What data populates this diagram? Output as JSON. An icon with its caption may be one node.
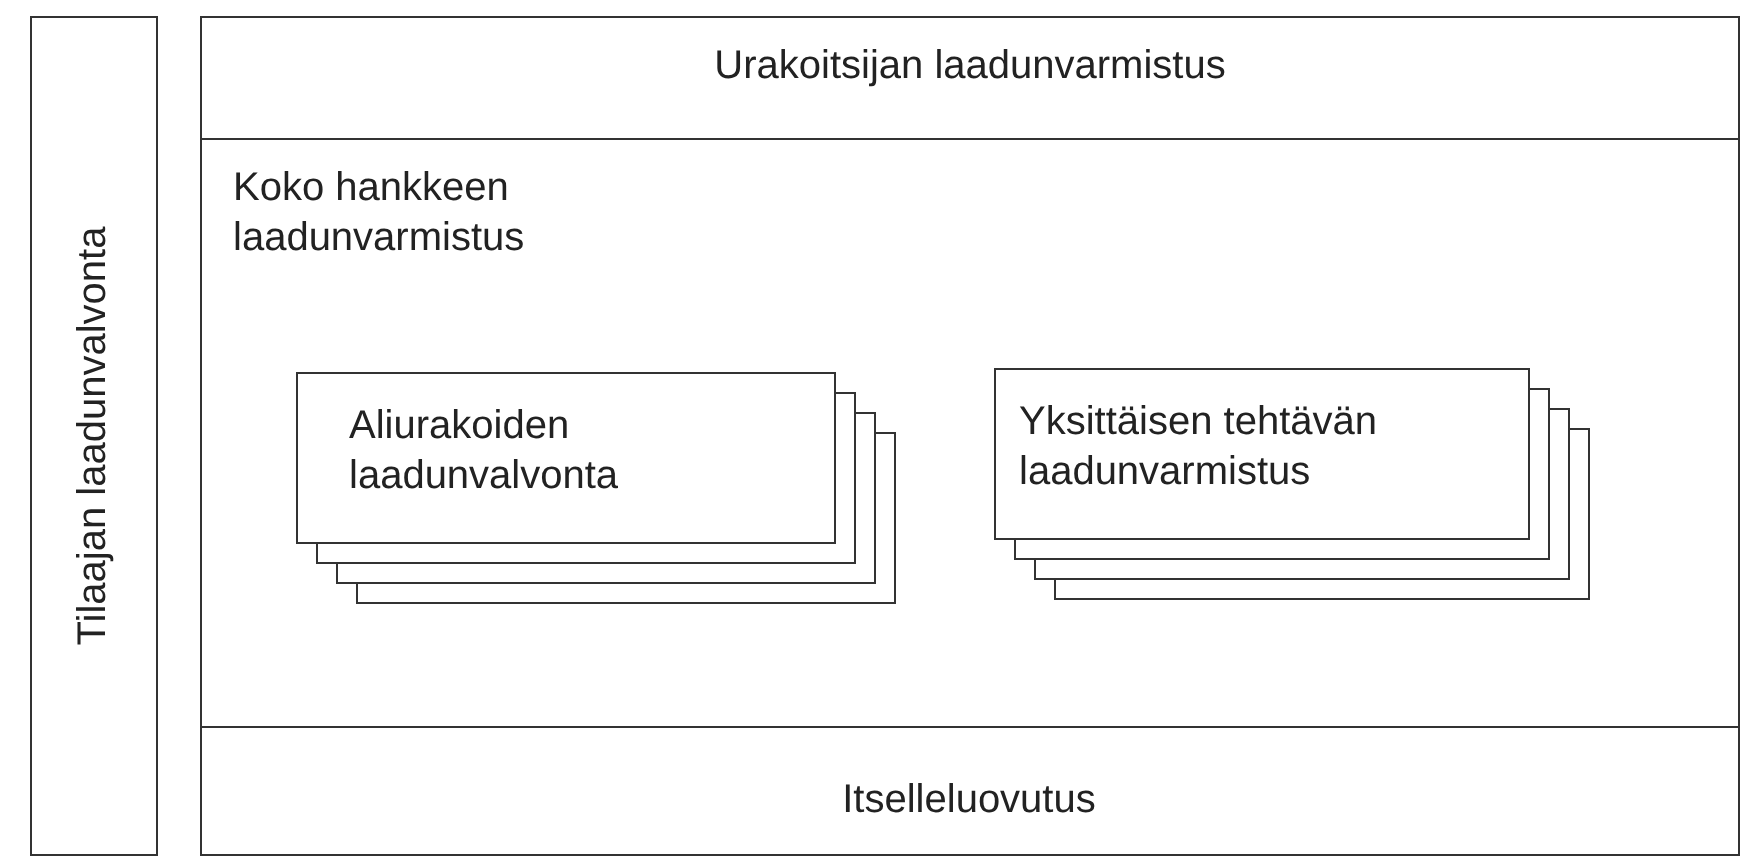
{
  "diagram": {
    "nodes": [
      {
        "text": [
          "Tilaajan laadunvalvonta"
        ]
      },
      {
        "text": [
          "Urakoitsijan laadunvarmistus"
        ]
      },
      {
        "text": [
          "Koko hankkeen laadunvarmistus"
        ],
        "in": 1
      },
      {
        "text": [
          "Aliurakoiden laadunvalvonta"
        ],
        "in": 2
      },
      {
        "text": [
          "Yksittäisen tehtävän laadunvarmistus"
        ],
        "in": 2
      },
      {
        "text": [
          "Itselleluovutus"
        ],
        "in": 1
      }
    ],
    "edges": []
  }
}
